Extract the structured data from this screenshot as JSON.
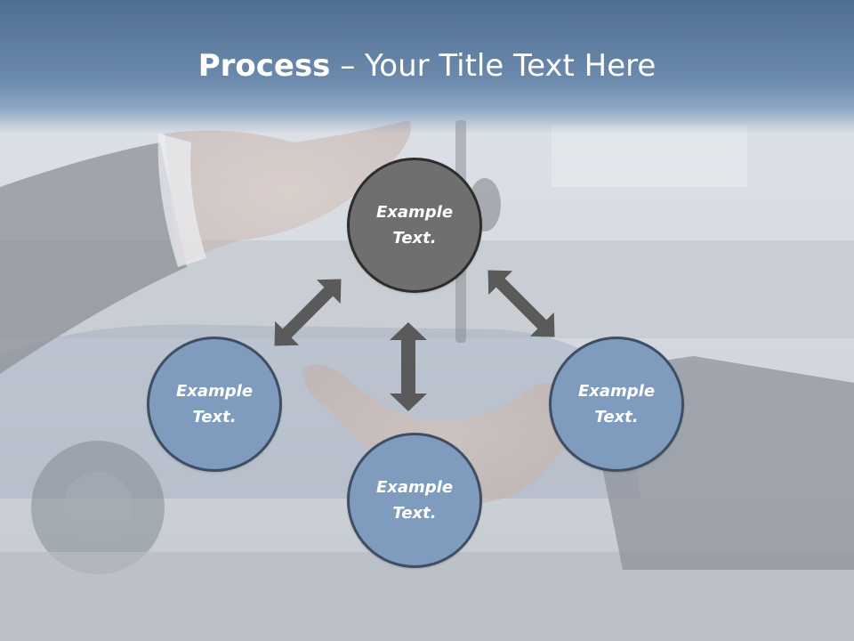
{
  "slide": {
    "title_bold": "Process",
    "title_rest": " – Your Title Text Here"
  },
  "diagram": {
    "nodes": {
      "center": "Example\nText.",
      "left": "Example\nText.",
      "right": "Example\nText.",
      "bottom": "Example\nText."
    },
    "colors": {
      "center_fill": "#6f6f6f",
      "outer_fill": "#7f9bbd",
      "arrow": "#5a5a5a",
      "title_band": "#5b7a9e"
    }
  }
}
